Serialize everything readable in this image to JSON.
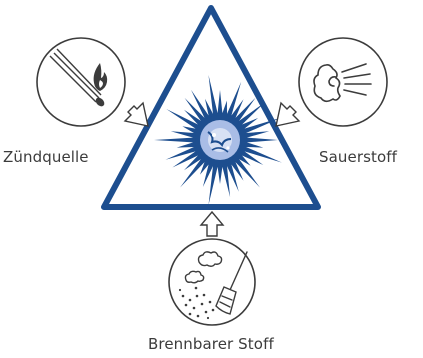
{
  "labels": {
    "ignition": "Zündquelle",
    "oxygen": "Sauerstoff",
    "fuel": "Brennbarer Stoff"
  },
  "colors": {
    "triangle": "#1d4e8f",
    "burst": "#1d4e8f",
    "burst_core": "#a9bde6",
    "stroke": "#3c3c3c",
    "background": "#ffffff"
  },
  "icons": [
    "match-flame-icon",
    "lungs-breath-icon",
    "broom-dust-icon",
    "explosion-burst-icon"
  ]
}
